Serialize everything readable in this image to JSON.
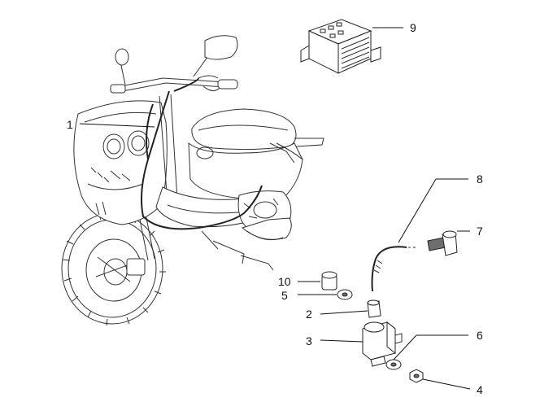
{
  "callouts": [
    {
      "id": "1",
      "label": "1"
    },
    {
      "id": "2",
      "label": "2"
    },
    {
      "id": "3",
      "label": "3"
    },
    {
      "id": "4",
      "label": "4"
    },
    {
      "id": "5",
      "label": "5"
    },
    {
      "id": "6",
      "label": "6"
    },
    {
      "id": "7",
      "label": "7"
    },
    {
      "id": "8",
      "label": "8"
    },
    {
      "id": "9",
      "label": "9"
    },
    {
      "id": "10",
      "label": "10"
    }
  ],
  "icons": {
    "scooter": "scooter-drawing",
    "regulator": "voltage-regulator-drawing",
    "ignition_coil": "ignition-coil-drawing",
    "spark_plug_cap": "spark-plug-cap-drawing",
    "hv_cable": "hv-cable-drawing"
  },
  "colors": {
    "line": "#222222",
    "background": "#ffffff"
  }
}
